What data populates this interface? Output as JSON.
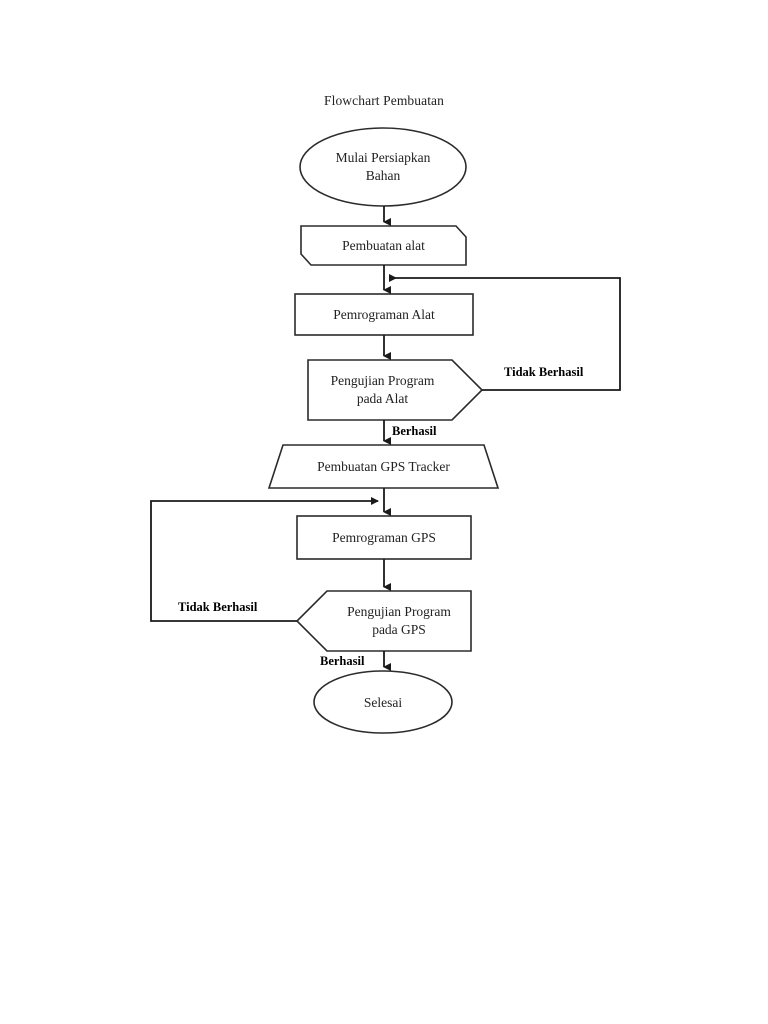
{
  "diagram": {
    "title": "Flowchart Pembuatan",
    "type": "flowchart",
    "orientation": "top-to-bottom",
    "nodes": [
      {
        "id": "start",
        "shape": "ellipse",
        "label": "Mulai Persiapkan\nBahan"
      },
      {
        "id": "build_device",
        "shape": "chamfered-rect",
        "label": "Pembuatan alat"
      },
      {
        "id": "prog_device",
        "shape": "rectangle",
        "label": "Pemrograman Alat"
      },
      {
        "id": "test_device",
        "shape": "pentagon-right",
        "label": "Pengujian Program\npada Alat"
      },
      {
        "id": "build_gps",
        "shape": "trapezoid",
        "label": "Pembuatan GPS Tracker"
      },
      {
        "id": "prog_gps",
        "shape": "rectangle",
        "label": "Pemrograman GPS"
      },
      {
        "id": "test_gps",
        "shape": "pentagon-left",
        "label": "Pengujian Program\npada GPS"
      },
      {
        "id": "end",
        "shape": "ellipse",
        "label": "Selesai"
      }
    ],
    "edge_labels": {
      "test_device_fail": "Tidak Berhasil",
      "test_device_pass": "Berhasil",
      "test_gps_fail": "Tidak Berhasil",
      "test_gps_pass": "Berhasil"
    },
    "colors": {
      "stroke": "#2b2b2b",
      "text": "#222222",
      "label": "#000000",
      "background": "#ffffff"
    }
  }
}
